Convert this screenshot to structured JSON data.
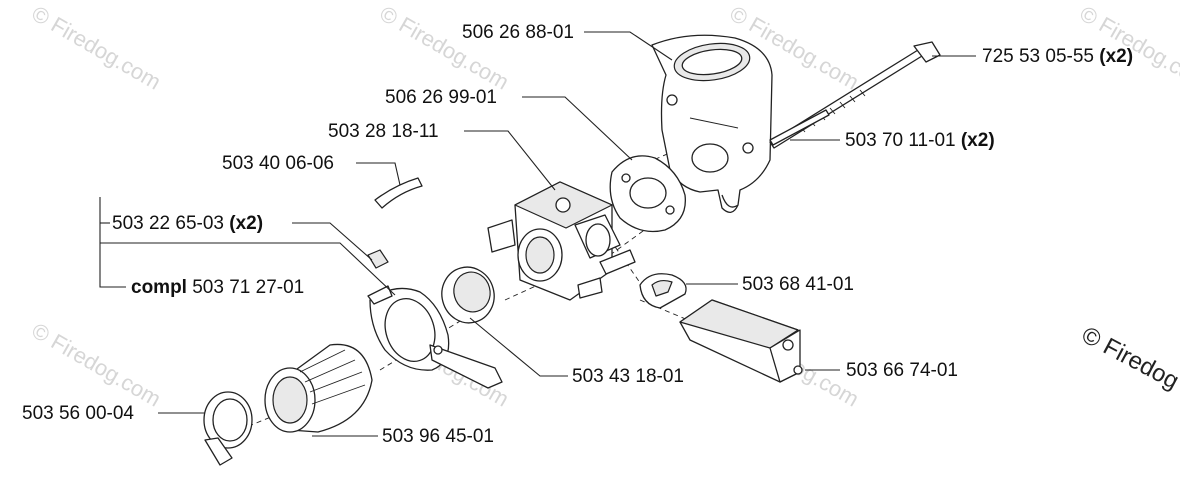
{
  "labels": {
    "l1": {
      "number": "506 26 88-01"
    },
    "l2": {
      "number": "725 53 05-55",
      "qty": "(x2)"
    },
    "l3": {
      "number": "506 26 99-01"
    },
    "l4": {
      "number": "503 28 18-11"
    },
    "l5": {
      "number": "503 70 11-01",
      "qty": "(x2)"
    },
    "l6": {
      "number": "503 40 06-06"
    },
    "l7": {
      "number": "503 22 65-03",
      "qty": "(x2)"
    },
    "l8": {
      "prefix": "compl",
      "number": "503 71 27-01"
    },
    "l9": {
      "number": "503 68 41-01"
    },
    "l10": {
      "number": "503 43 18-01"
    },
    "l11": {
      "number": "503 66 74-01"
    },
    "l12": {
      "number": "503 56 00-04"
    },
    "l13": {
      "number": "503 96 45-01"
    }
  },
  "watermarks": {
    "tiled": "© Firedog.com",
    "corner": "© Firedog"
  }
}
